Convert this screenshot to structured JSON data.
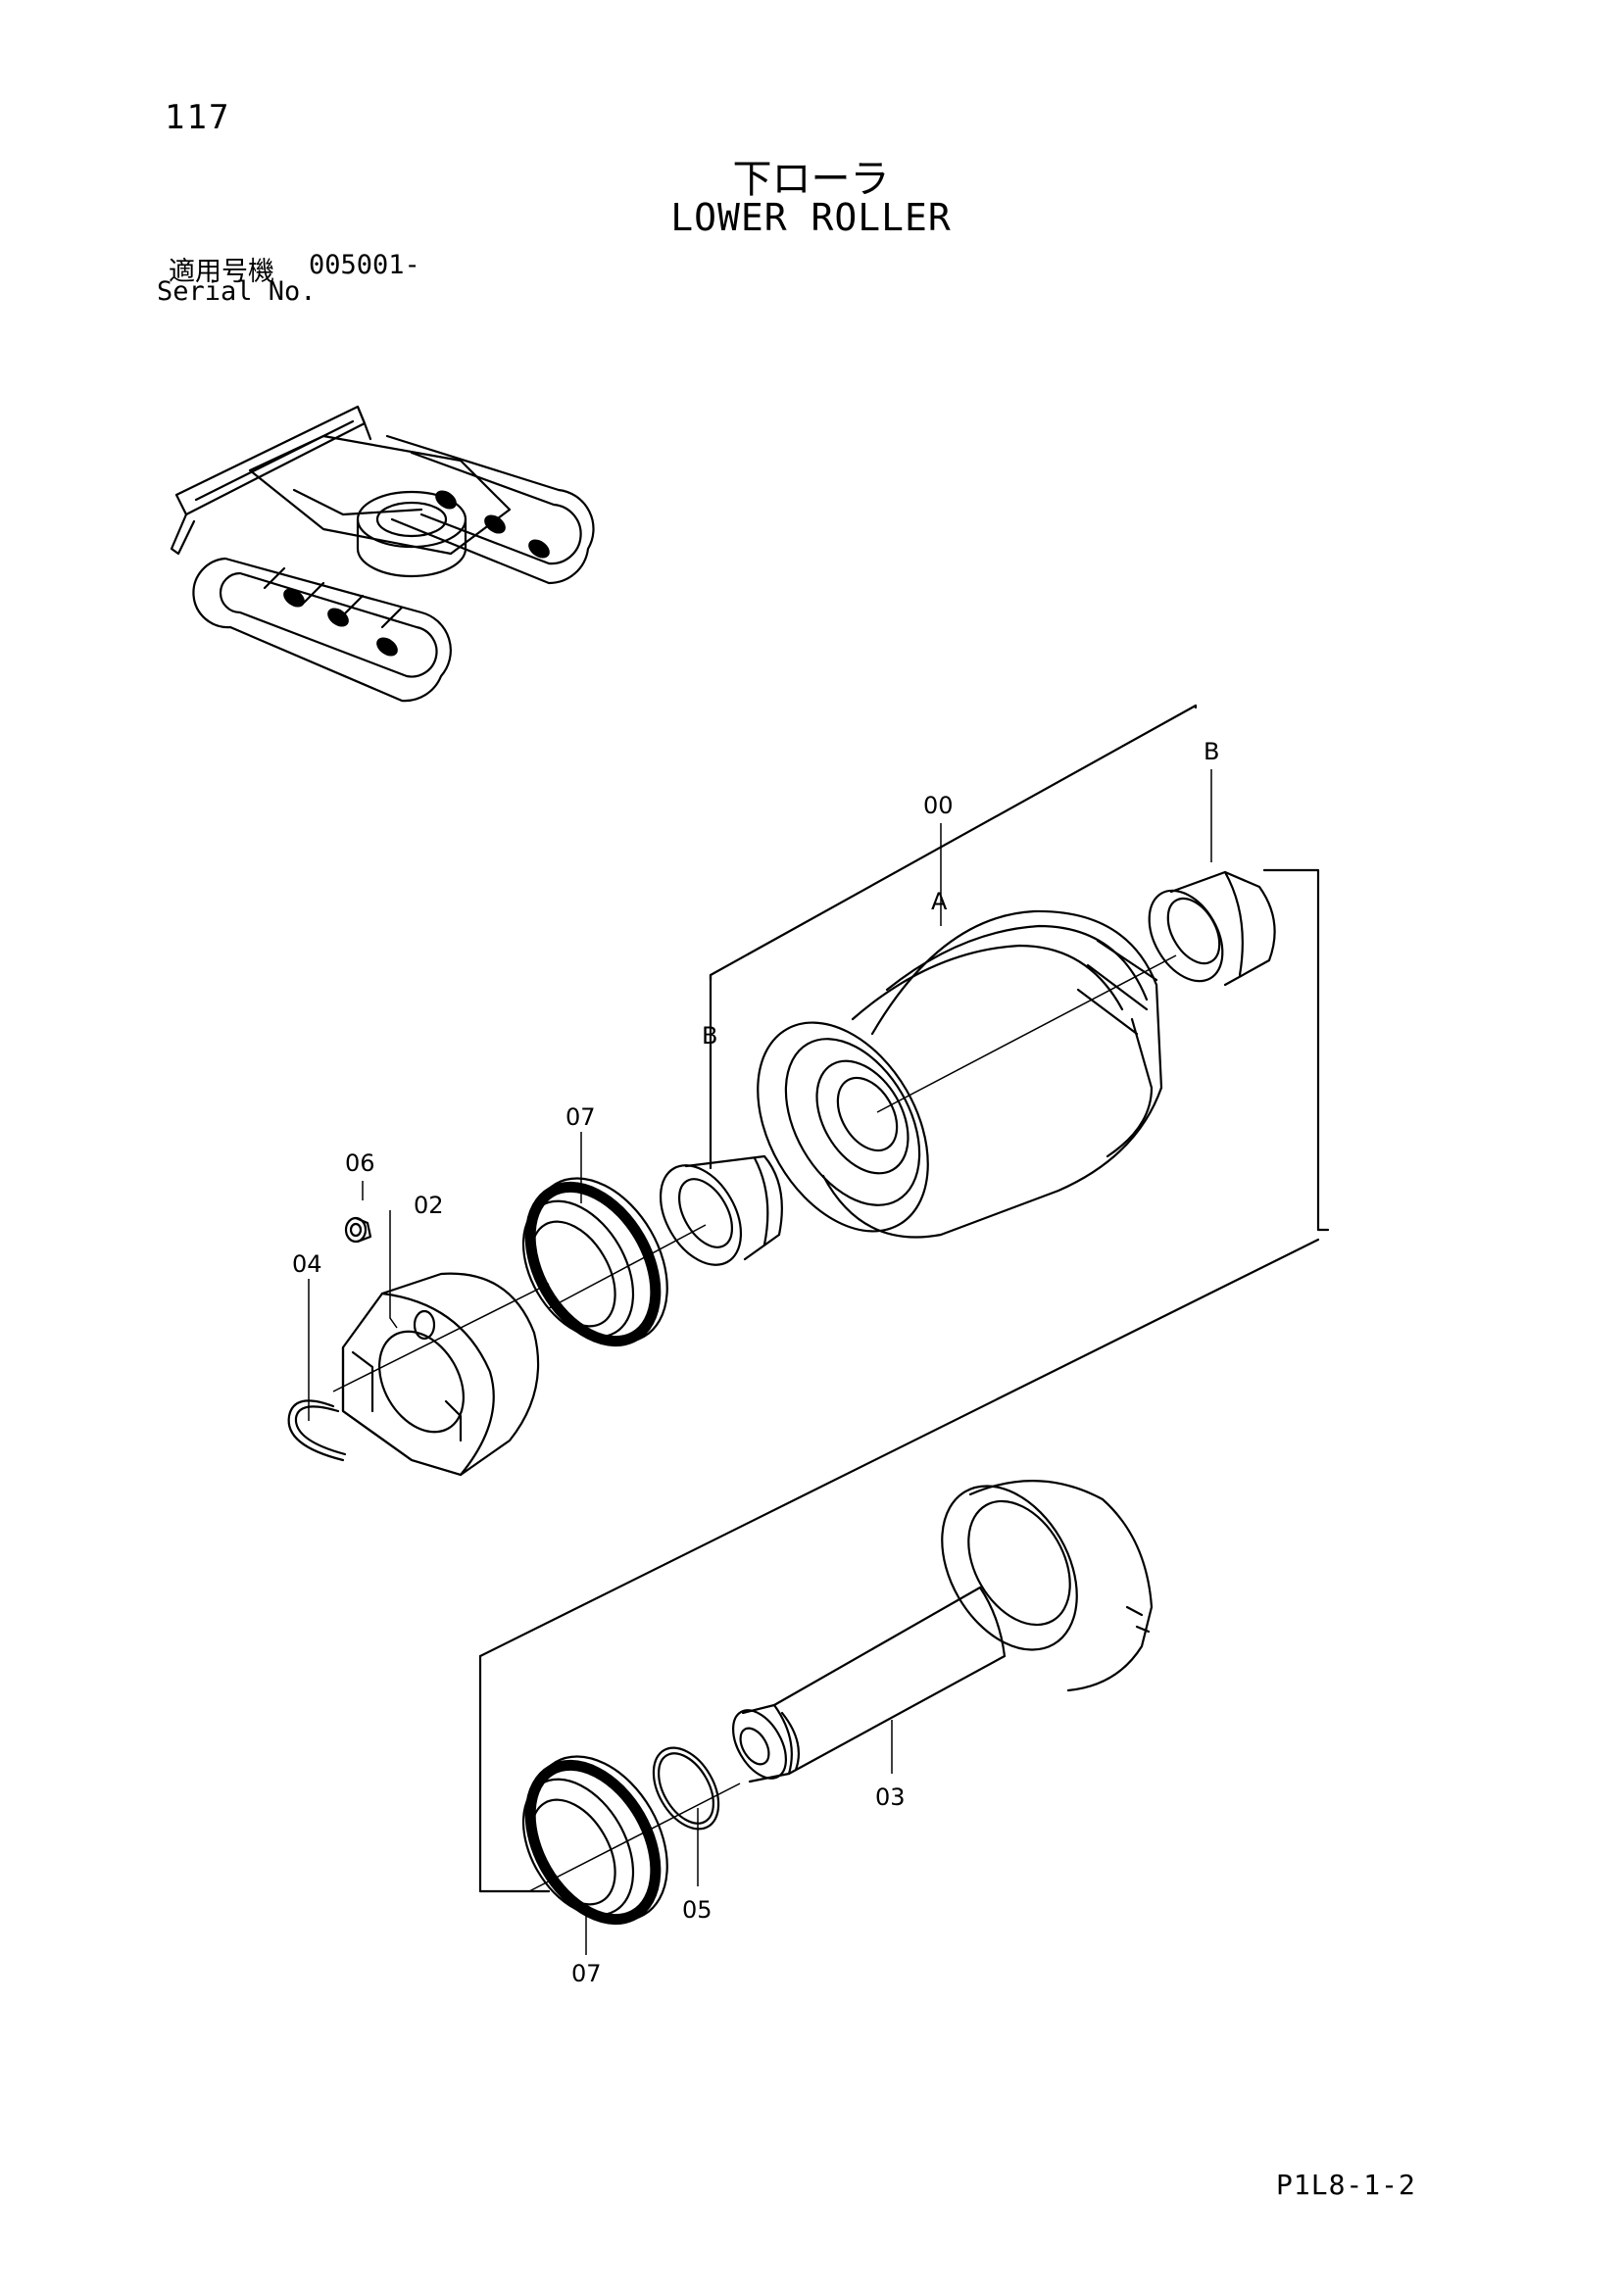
{
  "header": {
    "page_number": "117",
    "title_jp": "下ローラ",
    "title_en": "LOWER ROLLER",
    "serial_label_jp": "適用号機",
    "serial_number": "005001-",
    "serial_label_en": "Serial No."
  },
  "callouts": {
    "part_00": "00",
    "part_02": "02",
    "part_03": "03",
    "part_04": "04",
    "part_05": "05",
    "part_06": "06",
    "part_07_upper": "07",
    "part_07_lower": "07",
    "ref_a": "A",
    "ref_b_upper": "B",
    "ref_b_lower": "B"
  },
  "footer": {
    "code": "P1L8-1-2"
  }
}
